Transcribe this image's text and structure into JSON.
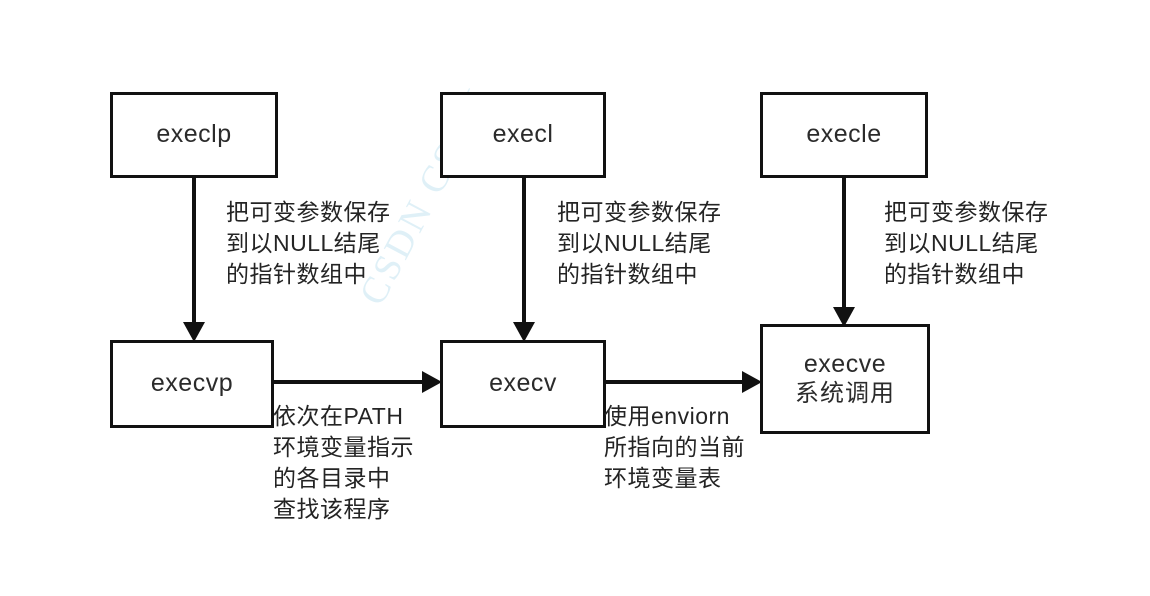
{
  "diagram": {
    "title": "exec family function call chain",
    "background_color": "#ffffff",
    "line_color": "#111111",
    "text_color": "#242424",
    "watermark": {
      "text": "CSDN CSDN",
      "color": "#dff0f7"
    },
    "nodes": [
      {
        "id": "execlp",
        "lines": [
          "execlp"
        ]
      },
      {
        "id": "execl",
        "lines": [
          "execl"
        ]
      },
      {
        "id": "execle",
        "lines": [
          "execle"
        ]
      },
      {
        "id": "execvp",
        "lines": [
          "execvp"
        ]
      },
      {
        "id": "execv",
        "lines": [
          "execv"
        ]
      },
      {
        "id": "execve",
        "lines": [
          "execve",
          "系统调用"
        ]
      }
    ],
    "annotations": [
      {
        "id": "execlp-to-execvp",
        "lines": [
          "把可变参数保存",
          "到以NULL结尾",
          "的指针数组中"
        ]
      },
      {
        "id": "execl-to-execv",
        "lines": [
          "把可变参数保存",
          "到以NULL结尾",
          "的指针数组中"
        ]
      },
      {
        "id": "execle-to-execve",
        "lines": [
          "把可变参数保存",
          "到以NULL结尾",
          "的指针数组中"
        ]
      },
      {
        "id": "execvp-to-execv",
        "lines": [
          "依次在PATH",
          "环境变量指示",
          "的各目录中",
          "查找该程序"
        ]
      },
      {
        "id": "execv-to-execve",
        "lines": [
          "使用enviorn",
          "所指向的当前",
          "环境变量表"
        ]
      }
    ],
    "arrows": [
      {
        "id": "execlp-execvp",
        "from": "execlp",
        "to": "execvp",
        "direction": "down"
      },
      {
        "id": "execl-execv",
        "from": "execl",
        "to": "execv",
        "direction": "down"
      },
      {
        "id": "execle-execve",
        "from": "execle",
        "to": "execve",
        "direction": "down"
      },
      {
        "id": "execvp-execv",
        "from": "execvp",
        "to": "execv",
        "direction": "right"
      },
      {
        "id": "execv-execve",
        "from": "execv",
        "to": "execve",
        "direction": "right"
      }
    ]
  }
}
